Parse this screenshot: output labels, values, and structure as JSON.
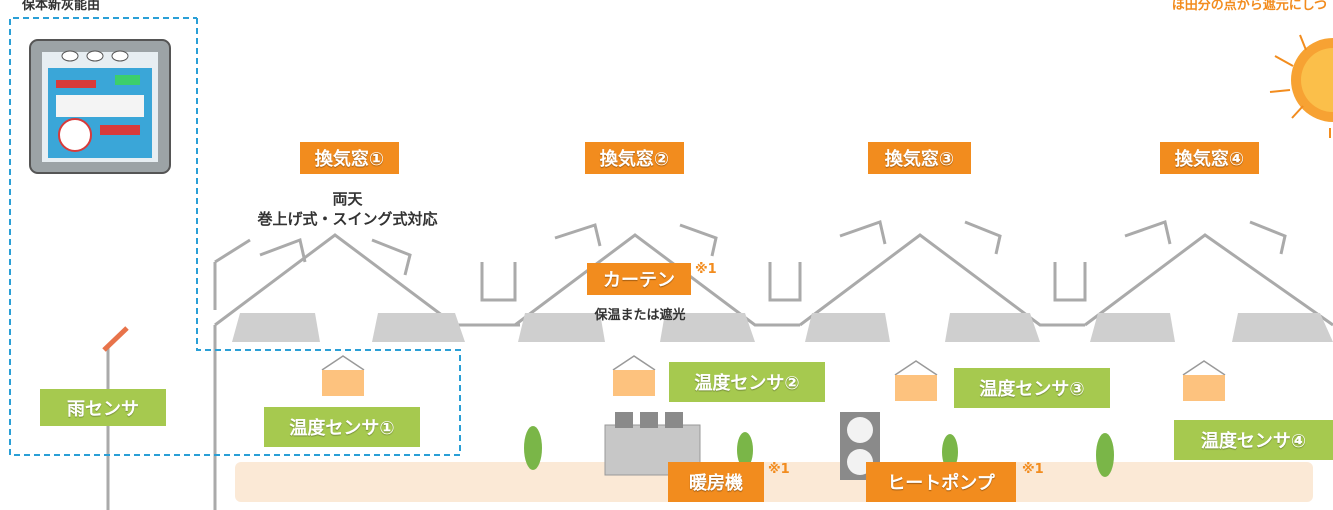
{
  "corner_left": "保本新灰能由",
  "corner_right": "ほ田分の点から遮元にしつ",
  "vent_windows": [
    "換気窓①",
    "換気窓②",
    "換気窓③",
    "換気窓④"
  ],
  "vent_note_line1": "両天",
  "vent_note_line2": "巻上げ式・スイング式対応",
  "curtain": {
    "label": "カーテン",
    "note": "※1",
    "sub": "保温または遮光"
  },
  "rain_sensor": "雨センサ",
  "temp_sensors": [
    "温度センサ①",
    "温度センサ②",
    "温度センサ③",
    "温度センサ④"
  ],
  "heater": {
    "label": "暖房機",
    "note": "※1"
  },
  "heat_pump": {
    "label": "ヒートポンプ",
    "note": "※1"
  },
  "colors": {
    "accent_orange": "#f28c1e",
    "sensor_green": "#a6c94f",
    "frame_gray": "#aaaaaa",
    "boundary_blue": "#2a9fd6",
    "floor": "#fbe9d6"
  }
}
